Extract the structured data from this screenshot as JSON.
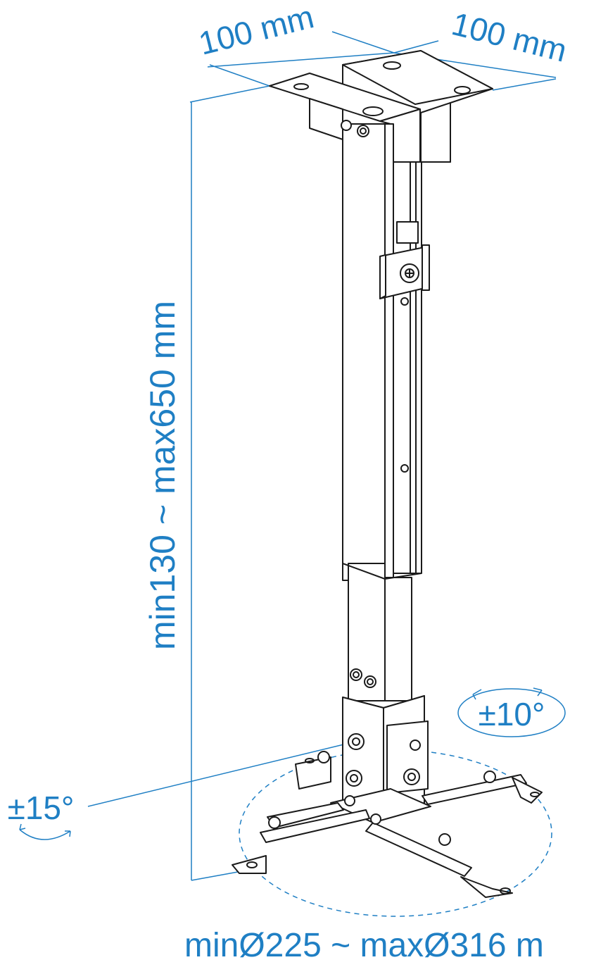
{
  "colors": {
    "dimension": "#1f7fc4",
    "line_art": "#1a1a1a",
    "background": "#ffffff"
  },
  "labels": {
    "width_left": "100 mm",
    "width_right": "100 mm",
    "height": "min130 ~ max650 mm",
    "tilt": "±15°",
    "swivel": "±10°",
    "diameter": "minØ225 ~ maxØ316 m"
  }
}
